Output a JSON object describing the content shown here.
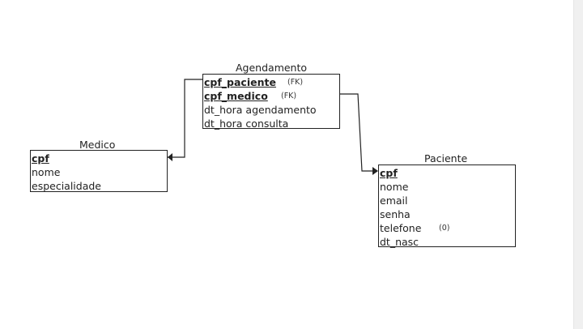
{
  "entities": {
    "agendamento": {
      "title": "Agendamento",
      "attributes": [
        {
          "name": "cpf_paciente",
          "tag": "(FK)"
        },
        {
          "name": "cpf_medico",
          "tag": "(FK)"
        },
        {
          "name": "dt_hora agendamento"
        },
        {
          "name": "dt_hora consulta"
        }
      ]
    },
    "medico": {
      "title": "Medico",
      "attributes": [
        {
          "name": "cpf"
        },
        {
          "name": "nome"
        },
        {
          "name": "especialidade"
        }
      ]
    },
    "paciente": {
      "title": "Paciente",
      "attributes": [
        {
          "name": "cpf"
        },
        {
          "name": "nome"
        },
        {
          "name": "email"
        },
        {
          "name": "senha"
        },
        {
          "name": "telefone",
          "tag": "(0)"
        },
        {
          "name": "dt_nasc"
        }
      ]
    }
  },
  "colors": {
    "line": "#222222",
    "background": "#ffffff"
  }
}
